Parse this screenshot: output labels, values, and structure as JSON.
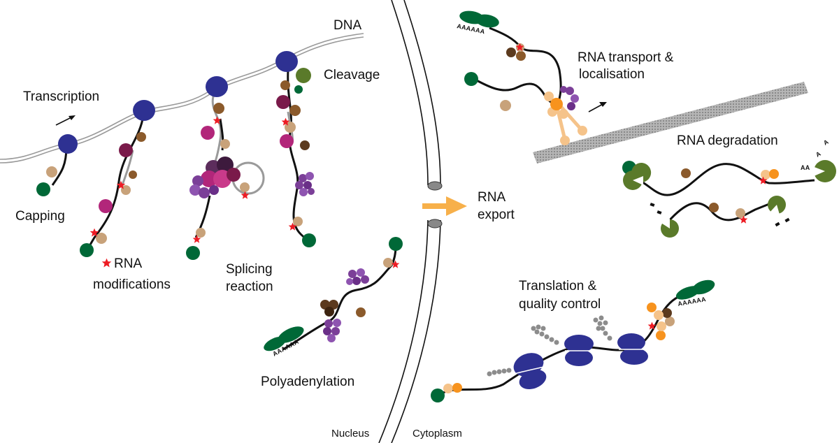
{
  "labels": {
    "dna": "DNA",
    "transcription": "Transcription",
    "capping": "Capping",
    "rna_modifications_line1": "RNA",
    "rna_modifications_line2": "modifications",
    "splicing_line1": "Splicing",
    "splicing_line2": "reaction",
    "cleavage": "Cleavage",
    "polyadenylation": "Polyadenylation",
    "rna_export_line1": "RNA",
    "rna_export_line2": "export",
    "transport_line1": "RNA transport &",
    "transport_line2": "localisation",
    "degradation": "RNA degradation",
    "translation_line1": "Translation &",
    "translation_line2": "quality control",
    "nucleus": "Nucleus",
    "cytoplasm": "Cytoplasm",
    "polya_tail": "AAAAAA",
    "aa_tail": "AA",
    "a_letter": "A"
  },
  "colors": {
    "polymerase": "#2e3192",
    "cap": "#006837",
    "export_arrow": "#f7b04a",
    "splicing_purple": "#7b3f98",
    "splicing_magenta": "#b2267a",
    "dark_brown": "#5c3a1e",
    "brown": "#8b5a2b",
    "tan": "#c8a27a",
    "orange": "#f7931e",
    "light_orange": "#f5c38a",
    "olive": "#5a7a2a",
    "star": "#ed1c24",
    "microtubule": "#9a9a9a",
    "dna": "#9a9a9a"
  }
}
